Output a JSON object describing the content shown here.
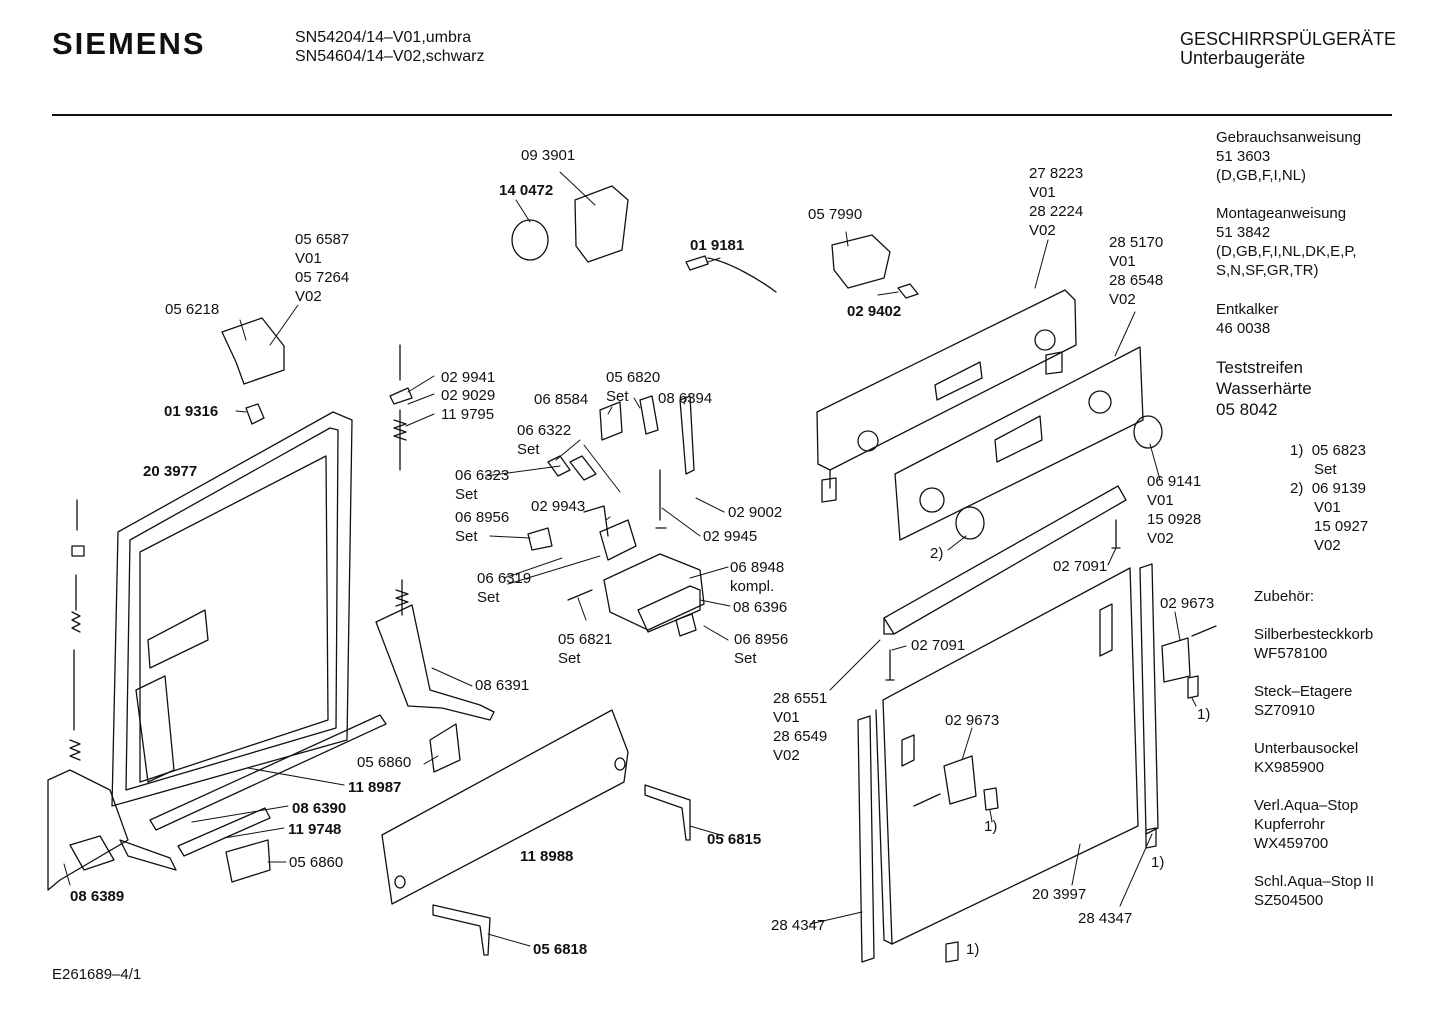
{
  "header": {
    "brand": "SIEMENS",
    "model_1": "SN54204/14–V01,umbra",
    "model_2": "SN54604/14–V02,schwarz",
    "category_1": "GESCHIRRSPÜLGERÄTE",
    "category_2": "Unterbaugeräte"
  },
  "parts": [
    {
      "id": "p093901",
      "lines": [
        "09 3901"
      ],
      "bold": false
    },
    {
      "id": "p140472",
      "lines": [
        "14 0472"
      ],
      "bold": true
    },
    {
      "id": "p019181",
      "lines": [
        "01 9181"
      ],
      "bold": true
    },
    {
      "id": "p057990",
      "lines": [
        "05 7990"
      ],
      "bold": false
    },
    {
      "id": "p029402",
      "lines": [
        "02 9402"
      ],
      "bold": true
    },
    {
      "id": "p278223",
      "lines": [
        "27 8223",
        "V01",
        "28 2224",
        "V02"
      ],
      "bold": false
    },
    {
      "id": "p285170",
      "lines": [
        "28 5170",
        "V01",
        "28 6548",
        "V02"
      ],
      "bold": false
    },
    {
      "id": "p056587",
      "lines": [
        "05 6587",
        "V01",
        "05 7264",
        "V02"
      ],
      "bold": false
    },
    {
      "id": "p056218",
      "lines": [
        "05 6218"
      ],
      "bold": false
    },
    {
      "id": "p019316",
      "lines": [
        "01 9316"
      ],
      "bold": true
    },
    {
      "id": "p203977",
      "lines": [
        "20 3977"
      ],
      "bold": true
    },
    {
      "id": "p029941",
      "lines": [
        "02 9941"
      ],
      "bold": false
    },
    {
      "id": "p029029",
      "lines": [
        "02 9029"
      ],
      "bold": false
    },
    {
      "id": "p119795",
      "lines": [
        "11 9795"
      ],
      "bold": false
    },
    {
      "id": "p068584",
      "lines": [
        "06 8584"
      ],
      "bold": false
    },
    {
      "id": "p056820",
      "lines": [
        "05 6820",
        "Set"
      ],
      "bold": false
    },
    {
      "id": "p086394",
      "lines": [
        "08 6394"
      ],
      "bold": false
    },
    {
      "id": "p066322",
      "lines": [
        "06 6322",
        "Set"
      ],
      "bold": false
    },
    {
      "id": "p066323",
      "lines": [
        "06 6323",
        "Set"
      ],
      "bold": false
    },
    {
      "id": "p068956a",
      "lines": [
        "06 8956",
        "Set"
      ],
      "bold": false
    },
    {
      "id": "p029943",
      "lines": [
        "02 9943"
      ],
      "bold": false
    },
    {
      "id": "p029002",
      "lines": [
        "02 9002"
      ],
      "bold": false
    },
    {
      "id": "p029945",
      "lines": [
        "02 9945"
      ],
      "bold": false
    },
    {
      "id": "p066319",
      "lines": [
        "06 6319",
        "Set"
      ],
      "bold": false
    },
    {
      "id": "p068948",
      "lines": [
        "06 8948",
        "kompl."
      ],
      "bold": false
    },
    {
      "id": "p086396",
      "lines": [
        "08 6396"
      ],
      "bold": false
    },
    {
      "id": "p056821",
      "lines": [
        "05 6821",
        "Set"
      ],
      "bold": false
    },
    {
      "id": "p068956b",
      "lines": [
        "06 8956",
        "Set"
      ],
      "bold": false
    },
    {
      "id": "p069141",
      "lines": [
        "06 9141",
        "V01",
        "15 0928",
        "V02"
      ],
      "bold": false
    },
    {
      "id": "p2note",
      "lines": [
        "2)"
      ],
      "bold": false
    },
    {
      "id": "p027091a",
      "lines": [
        "02 7091"
      ],
      "bold": false
    },
    {
      "id": "p029673a",
      "lines": [
        "02 9673"
      ],
      "bold": false
    },
    {
      "id": "p027091b",
      "lines": [
        "02 7091"
      ],
      "bold": false
    },
    {
      "id": "p1note_a",
      "lines": [
        "1)"
      ],
      "bold": false
    },
    {
      "id": "p286551",
      "lines": [
        "28 6551",
        "V01",
        "28 6549",
        "V02"
      ],
      "bold": false
    },
    {
      "id": "p029673b",
      "lines": [
        "02 9673"
      ],
      "bold": false
    },
    {
      "id": "p1note_b",
      "lines": [
        "1)"
      ],
      "bold": false
    },
    {
      "id": "p1note_c",
      "lines": [
        "1)"
      ],
      "bold": false
    },
    {
      "id": "p086391",
      "lines": [
        "08 6391"
      ],
      "bold": false
    },
    {
      "id": "p056860a",
      "lines": [
        "05 6860"
      ],
      "bold": false
    },
    {
      "id": "p118987",
      "lines": [
        "11 8987"
      ],
      "bold": true
    },
    {
      "id": "p086390",
      "lines": [
        "08 6390"
      ],
      "bold": true
    },
    {
      "id": "p119748",
      "lines": [
        "11 9748"
      ],
      "bold": true
    },
    {
      "id": "p056860b",
      "lines": [
        "05 6860"
      ],
      "bold": false
    },
    {
      "id": "p086389",
      "lines": [
        "08 6389"
      ],
      "bold": true
    },
    {
      "id": "p118988",
      "lines": [
        "11 8988"
      ],
      "bold": true
    },
    {
      "id": "p056815",
      "lines": [
        "05 6815"
      ],
      "bold": true
    },
    {
      "id": "p056818",
      "lines": [
        "05 6818"
      ],
      "bold": true
    },
    {
      "id": "p203997",
      "lines": [
        "20 3997"
      ],
      "bold": false
    },
    {
      "id": "p284347a",
      "lines": [
        "28 4347"
      ],
      "bold": false
    },
    {
      "id": "p284347b",
      "lines": [
        "28 4347"
      ],
      "bold": false
    },
    {
      "id": "p1note_d",
      "lines": [
        "1)"
      ],
      "bold": false
    }
  ],
  "sidebar": {
    "manual_title": "Gebrauchsanweisung",
    "manual_num": "51 3603",
    "manual_langs": "(D,GB,F,I,NL)",
    "install_title": "Montageanweisung",
    "install_num": "51 3842",
    "install_langs_1": "(D,GB,F,I,NL,DK,E,P,",
    "install_langs_2": "S,N,SF,GR,TR)",
    "descaler_title": "Entkalker",
    "descaler_num": "46 0038",
    "strips_1": "Teststreifen",
    "strips_2": "Wasserhärte",
    "strips_num": "05 8042",
    "note1_mark": "1)",
    "note1_num": "05 6823",
    "note1_set": "Set",
    "note2_mark": "2)",
    "note2_num": "06 9139",
    "note2_v01": "V01",
    "note2_num2": "15 0927",
    "note2_v02": "V02",
    "accessories": "Zubehör:",
    "acc1_name": "Silberbesteckkorb",
    "acc1_code": "WF578100",
    "acc2_name": "Steck–Etagere",
    "acc2_code": "SZ70910",
    "acc3_name": "Unterbausockel",
    "acc3_code": "KX985900",
    "acc4_name_1": "Verl.Aqua–Stop",
    "acc4_name_2": "Kupferrohr",
    "acc4_code": "WX459700",
    "acc5_name": "Schl.Aqua–Stop II",
    "acc5_code": "SZ504500"
  },
  "footer": {
    "doc_id": "E261689–4/1"
  }
}
